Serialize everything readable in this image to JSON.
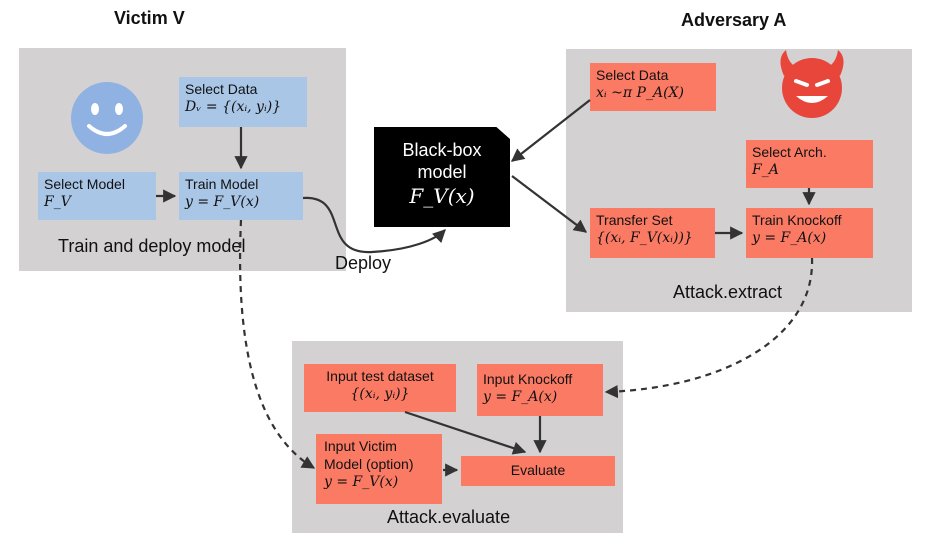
{
  "victim": {
    "heading": "Victim V",
    "caption": "Train and deploy model",
    "select_data": {
      "label": "Select Data",
      "formula": "Dᵥ = {(xᵢ, yᵢ)}"
    },
    "select_model": {
      "label": "Select Model",
      "formula": "F_V"
    },
    "train_model": {
      "label": "Train Model",
      "formula": "y = F_V(x)"
    }
  },
  "blackbox": {
    "line1": "Black-box",
    "line2": "model",
    "formula": "F_V(x)"
  },
  "deploy_label": "Deploy",
  "adversary": {
    "heading": "Adversary A",
    "caption": "Attack.extract",
    "select_data": {
      "label": "Select Data",
      "formula": "xᵢ ~π P_A(X)"
    },
    "select_arch": {
      "label": "Select Arch.",
      "formula": "F_A"
    },
    "transfer_set": {
      "label": "Transfer Set",
      "formula": "{(xᵢ, F_V(xᵢ))}"
    },
    "train_knockoff": {
      "label": "Train Knockoff",
      "formula": "y = F_A(x)"
    }
  },
  "evaluate": {
    "caption": "Attack.evaluate",
    "input_test": {
      "label": "Input test dataset",
      "formula": "{(xᵢ, yᵢ)}"
    },
    "input_knockoff": {
      "label": "Input Knockoff",
      "formula": "y = F_A(x)"
    },
    "input_victim": {
      "label_line1": "Input Victim",
      "label_line2": "Model (option)",
      "formula": "y = F_V(x)"
    },
    "evaluate_label": "Evaluate"
  },
  "colors": {
    "panel": "#d3d1d2",
    "blue_box": "#a9c6e6",
    "red_box": "#fb7a64",
    "smiley": "#8fb2e3",
    "devil": "#e8453b",
    "arrow": "#333333"
  },
  "icons": {
    "victim": "smiley-face-icon",
    "adversary": "devil-face-icon"
  }
}
